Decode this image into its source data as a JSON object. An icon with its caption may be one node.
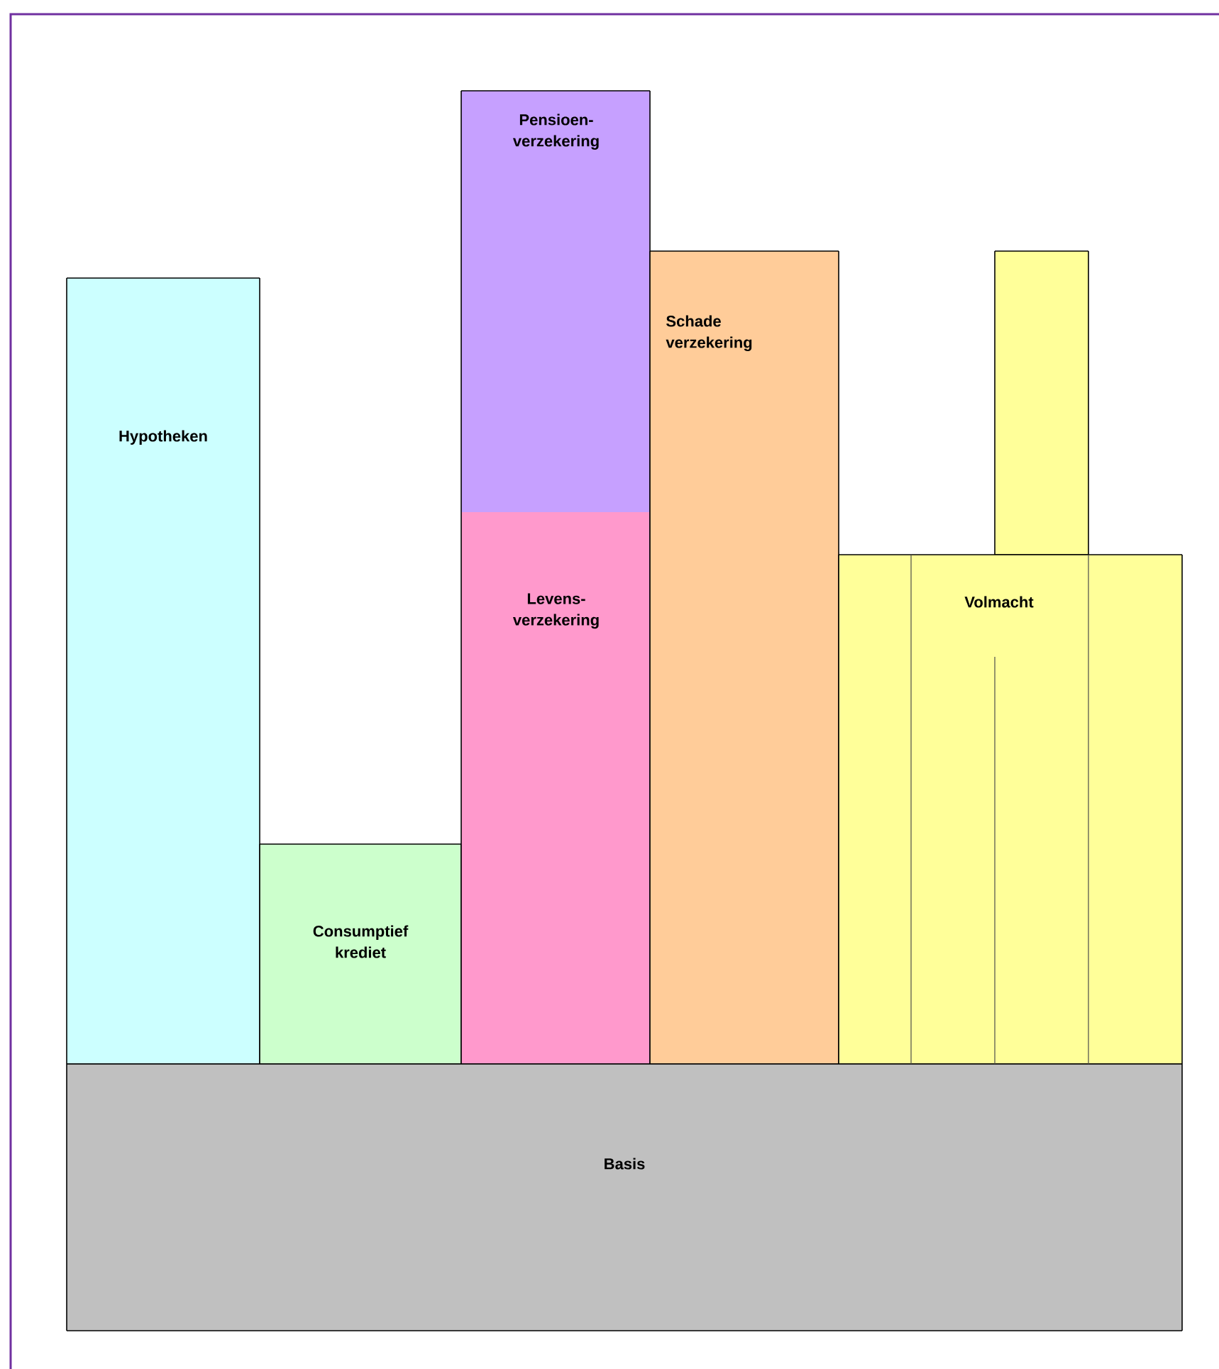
{
  "diagram": {
    "nodes": [
      {
        "text": [
          "Hypotheken"
        ]
      },
      {
        "text": [
          "Consumptief krediet"
        ]
      },
      {
        "text": [
          "Pensioen- verzekering"
        ]
      },
      {
        "text": [
          "Levens- verzekering"
        ]
      },
      {
        "text": [
          "Schade verzekering"
        ]
      },
      {
        "text": [],
        "shape": "bar"
      },
      {
        "text": [
          "Volmacht"
        ]
      },
      {
        "text": [
          "Basis"
        ]
      }
    ],
    "edges": []
  }
}
